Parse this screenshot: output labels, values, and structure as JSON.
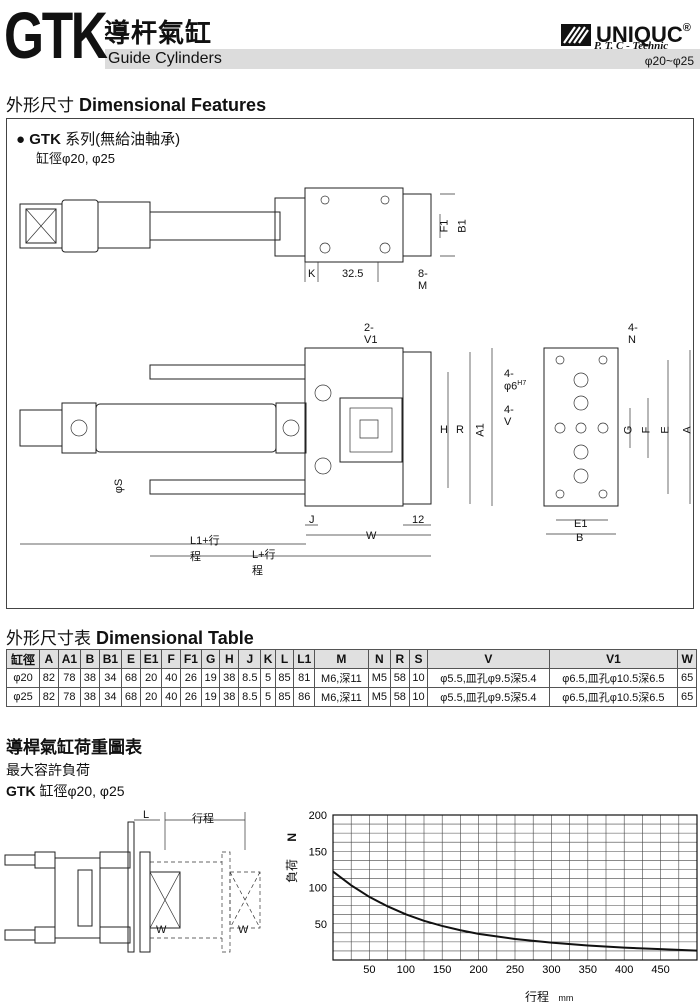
{
  "header": {
    "code": "GTK",
    "title_zh": "導杆氣缸",
    "title_en": "Guide Cylinders",
    "brand": "UNIQUC",
    "registered": "®",
    "tagline": "P. T. C - Technic",
    "sizes": "φ20~φ25"
  },
  "section1": {
    "title_zh": "外形尺寸",
    "title_en": "Dimensional Features",
    "series_bullet": "●",
    "series_code": "GTK",
    "series_text": "系列(無給油軸承)",
    "bore": "缸徑φ20, φ25"
  },
  "drawing_labels": {
    "f1": "F1",
    "b1": "B1",
    "k": "K",
    "dim_32_5": "32.5",
    "m8": "8-M",
    "v2": "2-V1",
    "n4": "4-N",
    "phi6": "4-φ6",
    "h7": "H7",
    "v4": "4-V",
    "h": "H",
    "r": "R",
    "a1": "A1",
    "g": "G",
    "f": "F",
    "e": "E",
    "a": "A",
    "phis": "φS",
    "j": "J",
    "w": "W",
    "dim_12": "12",
    "e1": "E1",
    "b": "B",
    "l1": "L1+行程",
    "l": "L+行程"
  },
  "section2": {
    "title_zh": "外形尺寸表",
    "title_en": "Dimensional Table"
  },
  "table": {
    "headers": [
      "缸徑",
      "A",
      "A1",
      "B",
      "B1",
      "E",
      "E1",
      "F",
      "F1",
      "G",
      "H",
      "J",
      "K",
      "L",
      "L1",
      "M",
      "N",
      "R",
      "S",
      "V",
      "V1",
      "W"
    ],
    "rows": [
      [
        "φ20",
        "82",
        "78",
        "38",
        "34",
        "68",
        "20",
        "40",
        "26",
        "19",
        "38",
        "8.5",
        "5",
        "85",
        "81",
        "M6,深11",
        "M5",
        "58",
        "10",
        "φ5.5,皿孔φ9.5深5.4",
        "φ6.5,皿孔φ10.5深6.5",
        "65"
      ],
      [
        "φ25",
        "82",
        "78",
        "38",
        "34",
        "68",
        "20",
        "40",
        "26",
        "19",
        "38",
        "8.5",
        "5",
        "85",
        "86",
        "M6,深11",
        "M5",
        "58",
        "10",
        "φ5.5,皿孔φ9.5深5.4",
        "φ6.5,皿孔φ10.5深6.5",
        "65"
      ]
    ]
  },
  "section3": {
    "title": "導桿氣缸荷重圖表",
    "subtitle": "最大容許負荷",
    "series_code": "GTK",
    "bore": "缸徑φ20, φ25"
  },
  "load_diagram": {
    "l_label": "L",
    "stroke_label": "行程",
    "w_label": "W"
  },
  "chart_data": {
    "type": "line",
    "title": "",
    "xlabel": "行程",
    "xunit": "mm",
    "ylabel": "負荷",
    "yunit": "N",
    "xlim": [
      0,
      500
    ],
    "ylim": [
      0,
      200
    ],
    "xticks": [
      50,
      100,
      150,
      200,
      250,
      300,
      350,
      400,
      450
    ],
    "yticks": [
      50,
      100,
      150,
      200
    ],
    "grid": true,
    "series": [
      {
        "x": [
          0,
          25,
          50,
          75,
          100,
          125,
          150,
          175,
          200,
          250,
          300,
          350,
          400,
          450,
          500
        ],
        "y": [
          122,
          103,
          87,
          74,
          63,
          54,
          47,
          41,
          36,
          29,
          24,
          20,
          17,
          15,
          13
        ]
      }
    ]
  }
}
